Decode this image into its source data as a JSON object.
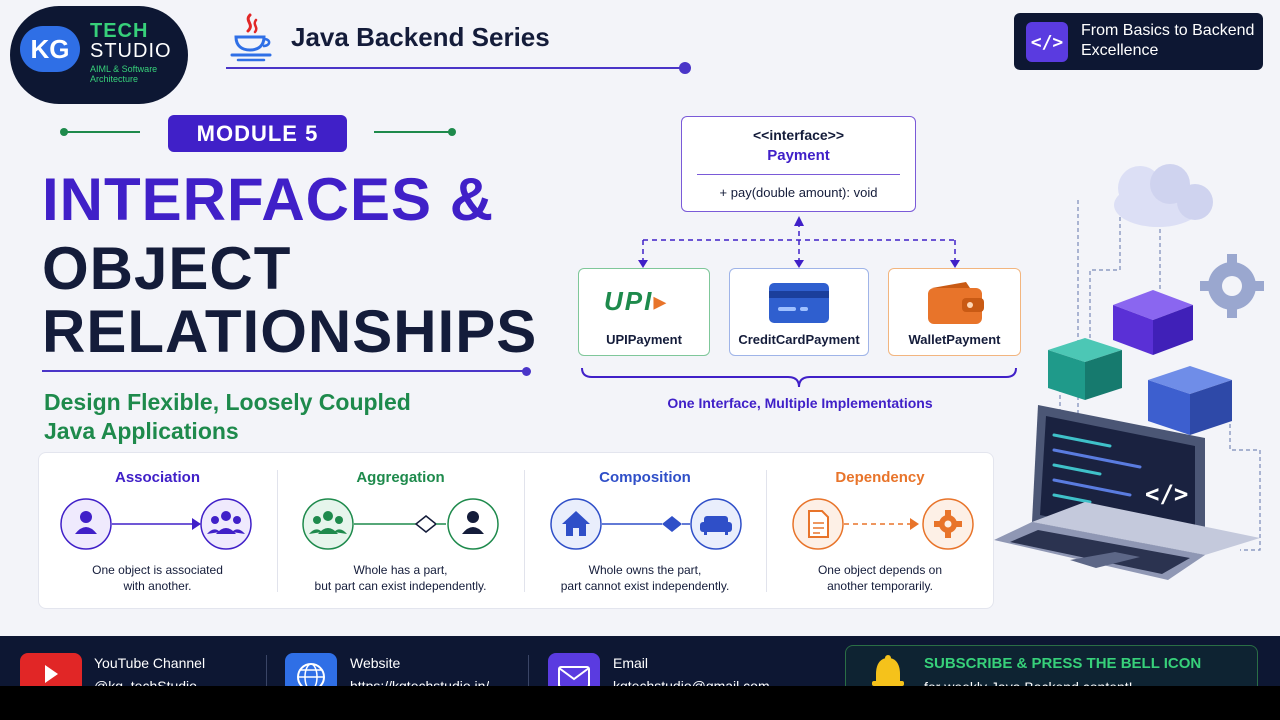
{
  "brand": {
    "initials": "KG",
    "tech": "TECH",
    "studio": "STUDIO",
    "subtitle": "AIML & Software Architecture"
  },
  "header": {
    "series_title": "Java Backend Series",
    "badge_icon": "</>",
    "badge_text": "From Basics to Backend Excellence"
  },
  "module": {
    "label": "MODULE 5",
    "title_line1": "INTERFACES &",
    "title_line2": "OBJECT",
    "title_line3": "RELATIONSHIPS",
    "tagline_line1": "Design Flexible, Loosely Coupled",
    "tagline_line2": "Java Applications"
  },
  "diagram": {
    "interface_stereotype": "<<interface>>",
    "interface_name": "Payment",
    "interface_method": "+ pay(double amount): void",
    "upi_logo_text": "UPI",
    "implementations": [
      {
        "label": "UPIPayment",
        "icon": "upi-logo-icon",
        "color": "#1e8a4c"
      },
      {
        "label": "CreditCardPayment",
        "icon": "credit-card-icon",
        "color": "#2f5fcf"
      },
      {
        "label": "WalletPayment",
        "icon": "wallet-icon",
        "color": "#e8742a"
      }
    ],
    "caption": "One Interface, Multiple Implementations"
  },
  "illustration": {
    "laptop_code_glyph": "</>"
  },
  "relationships": [
    {
      "title": "Association",
      "color": "#4020c8",
      "desc_line1": "One object is associated",
      "desc_line2": "with another."
    },
    {
      "title": "Aggregation",
      "color": "#1e8a4c",
      "desc_line1": "Whole has a part,",
      "desc_line2": "but part can exist independently."
    },
    {
      "title": "Composition",
      "color": "#2f4fc8",
      "desc_line1": "Whole owns the part,",
      "desc_line2": "part cannot exist independently."
    },
    {
      "title": "Dependency",
      "color": "#e8742a",
      "desc_line1": "One object depends on",
      "desc_line2": "another temporarily."
    }
  ],
  "footer": {
    "youtube_label": "YouTube Channel",
    "youtube_value": "@kg_techStudio",
    "website_label": "Website",
    "website_value": "https://kgtechstudio.in/",
    "email_label": "Email",
    "email_value": "kgtechstudio@gmail.com",
    "subscribe_text": "SUBSCRIBE & PRESS THE BELL ICON",
    "subscribe_sub": "for weekly Java Backend content!"
  }
}
